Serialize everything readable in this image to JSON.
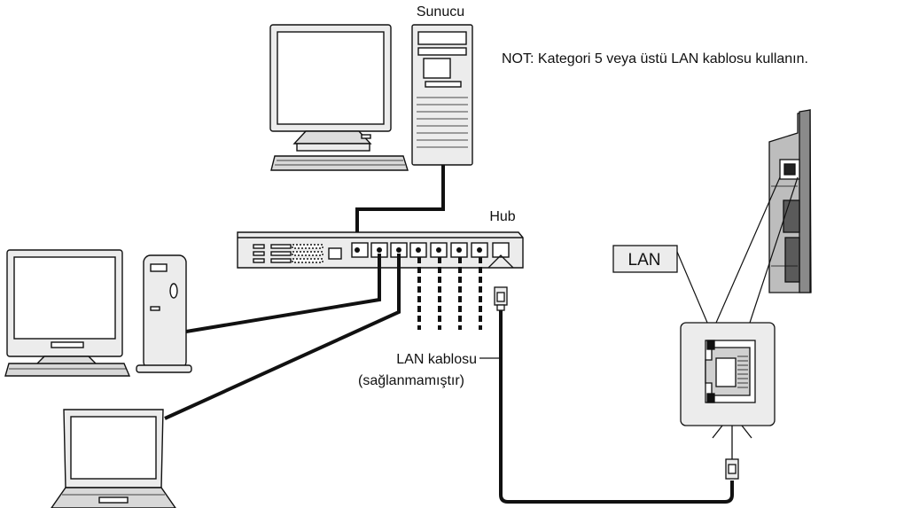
{
  "labels": {
    "server": "Sunucu",
    "hub": "Hub",
    "note": "NOT: Kategori 5 veya üstü LAN kablosu kullanın.",
    "lan": "LAN",
    "cable_line1": "LAN kablosu",
    "cable_line2": "(sağlanmamıştır)"
  },
  "icons": [
    "server-computer-icon",
    "desktop-computer-icon",
    "laptop-icon",
    "hub-icon",
    "display-monitor-icon",
    "lan-port-icon",
    "rj45-plug-icon"
  ],
  "colors": {
    "line": "#111111",
    "device_fill": "#ececec",
    "screen": "#ffffff"
  }
}
